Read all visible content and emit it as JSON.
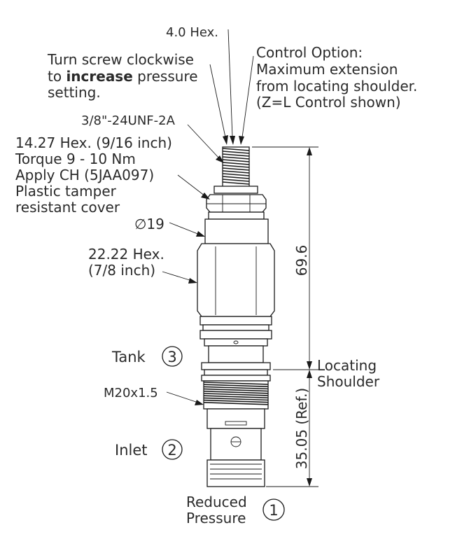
{
  "labels": {
    "hex_small": "4.0 Hex.",
    "turn_screw_l1": "Turn screw clockwise",
    "turn_screw_l2_pre": "to ",
    "turn_screw_l2_bold": "increase",
    "turn_screw_l2_post": " pressure",
    "turn_screw_l3": "setting.",
    "control_l1": "Control Option:",
    "control_l2": "Maximum extension",
    "control_l3": "from locating shoulder.",
    "control_l4": "(Z=L Control shown)",
    "thread_spec": "3/8\"-24UNF-2A",
    "nut_l1": "14.27 Hex. (9/16 inch)",
    "nut_l2": "Torque 9 - 10 Nm",
    "nut_l3": "Apply CH (5JAA097)",
    "nut_l4": "Plastic tamper",
    "nut_l5": "resistant cover",
    "diameter": "∅19",
    "hex_big_l1": "22.22 Hex.",
    "hex_big_l2": "(7/8 inch)",
    "tank": "Tank",
    "tank_num": "3",
    "locating_l1": "Locating",
    "locating_l2": "Shoulder",
    "m20": "M20x1.5",
    "inlet": "Inlet",
    "inlet_num": "2",
    "reduced_l1": "Reduced",
    "reduced_l2": "Pressure",
    "reduced_num": "1",
    "dim_upper": "69.6",
    "dim_lower": "35.05 (Ref.)"
  }
}
